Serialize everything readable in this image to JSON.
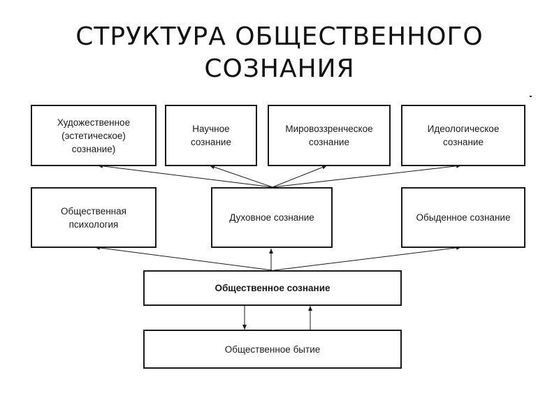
{
  "title": {
    "line1": "СТРУКТУРА ОБЩЕСТВЕННОГО",
    "line2": "СОЗНАНИЯ"
  },
  "boxes": {
    "artistic": {
      "lines": [
        "Художественное",
        "(эстетическое)",
        "сознание)"
      ]
    },
    "scientific": {
      "lines": [
        "Научное",
        "сознание"
      ]
    },
    "worldview": {
      "lines": [
        "Мировоззренческое",
        "сознание"
      ]
    },
    "ideological": {
      "lines": [
        "Идеологическое",
        "сознание"
      ]
    },
    "social_psychology": {
      "lines": [
        "Общественная",
        "психология"
      ]
    },
    "spiritual": {
      "lines": [
        "Духовное сознание"
      ]
    },
    "everyday": {
      "lines": [
        "Обыденное сознание"
      ]
    },
    "social_consciousness": {
      "lines": [
        "Общественное сознание"
      ]
    },
    "social_being": {
      "lines": [
        "Общественное бытие"
      ]
    }
  },
  "colors": {
    "stroke": "#1a1a1a",
    "background": "#ffffff"
  }
}
